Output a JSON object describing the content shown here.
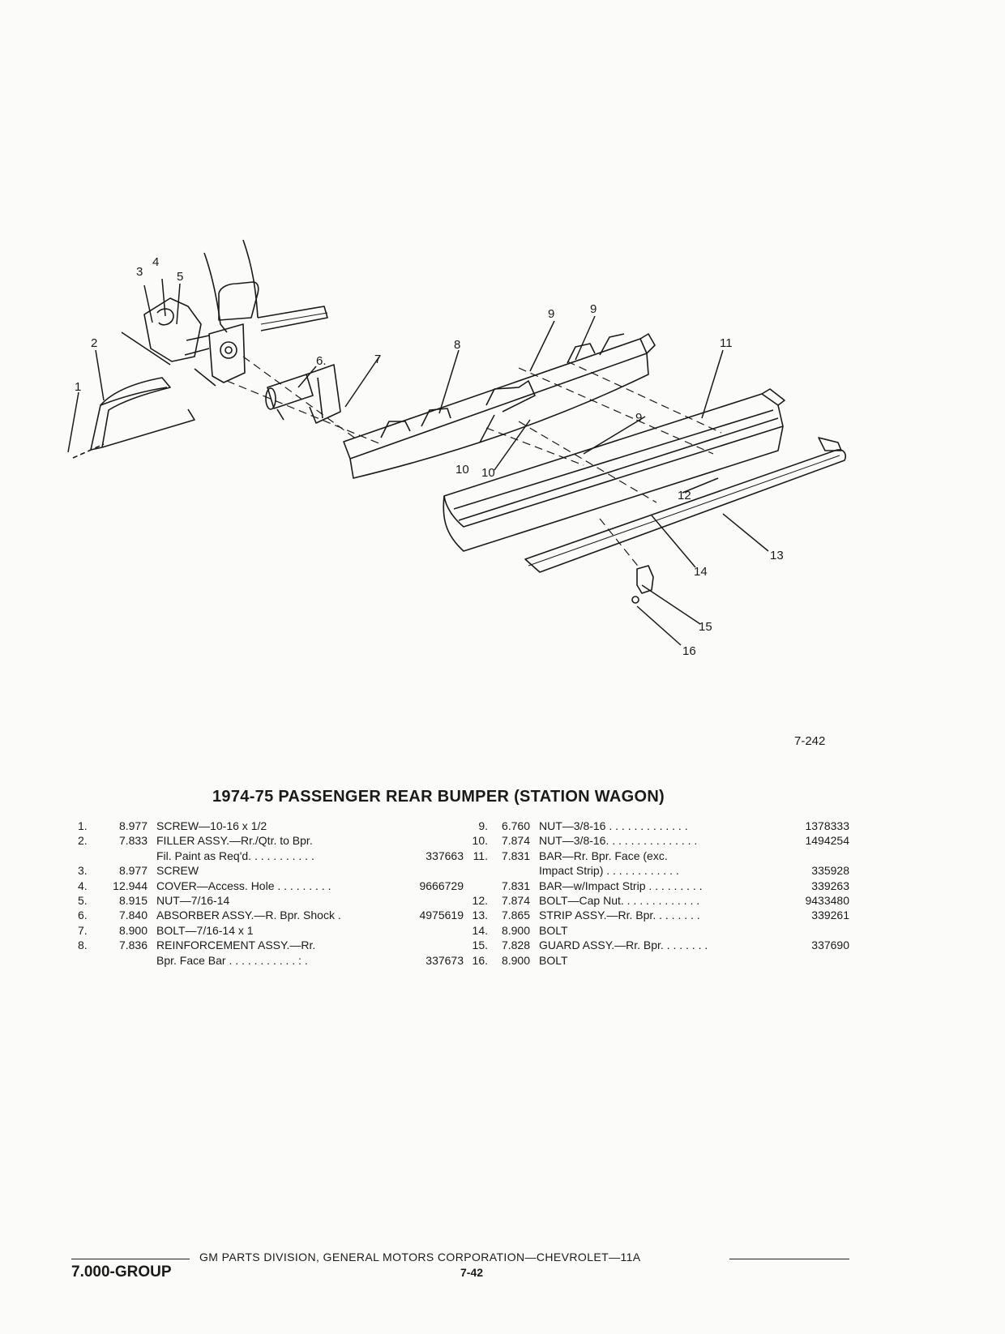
{
  "figure": {
    "id": "7-242",
    "callouts": [
      "1",
      "2",
      "3",
      "4",
      "5",
      "6.",
      "7",
      "8",
      "9",
      "9",
      "9",
      "10",
      "10",
      "11",
      "12",
      "13",
      "14",
      "15",
      "16"
    ]
  },
  "title": "1974-75 PASSENGER REAR BUMPER (STATION WAGON)",
  "parts_left": [
    {
      "no": "1.",
      "group": "8.977",
      "desc": "SCREW—10-16 x 1/2",
      "part": ""
    },
    {
      "no": "2.",
      "group": "7.833",
      "desc": "FILLER ASSY.—Rr./Qtr. to Bpr.",
      "part": ""
    },
    {
      "no": "",
      "group": "",
      "desc": "      Fil. Paint as Req'd. . . . . . . . . . .",
      "part": "337663"
    },
    {
      "no": "3.",
      "group": "8.977",
      "desc": "SCREW",
      "part": ""
    },
    {
      "no": "4.",
      "group": "12.944",
      "desc": "COVER—Access. Hole . . . . . . . . .",
      "part": "9666729"
    },
    {
      "no": "5.",
      "group": "8.915",
      "desc": "NUT—7/16-14",
      "part": ""
    },
    {
      "no": "6.",
      "group": "7.840",
      "desc": "ABSORBER ASSY.—R. Bpr. Shock  .",
      "part": "4975619"
    },
    {
      "no": "7.",
      "group": "8.900",
      "desc": "BOLT—7/16-14 x 1",
      "part": ""
    },
    {
      "no": "8.",
      "group": "7.836",
      "desc": "REINFORCEMENT ASSY.—Rr.",
      "part": ""
    },
    {
      "no": "",
      "group": "",
      "desc": "      Bpr. Face Bar  . . . . . . . . . . . :  .",
      "part": "337673"
    }
  ],
  "parts_right": [
    {
      "no": "9.",
      "group": "6.760",
      "desc": "NUT—3/8-16  . . . . . . . . . . . . .",
      "part": "1378333"
    },
    {
      "no": "10.",
      "group": "7.874",
      "desc": "NUT—3/8-16. . . . . . . . . . . . . . .",
      "part": "1494254"
    },
    {
      "no": "11.",
      "group": "7.831",
      "desc": "BAR—Rr. Bpr. Face (exc.",
      "part": ""
    },
    {
      "no": "",
      "group": "",
      "desc": "      Impact Strip)  . . . . . . . . . . . .",
      "part": "335928"
    },
    {
      "no": "",
      "group": "7.831",
      "desc": "BAR—w/Impact Strip  . . . . . . . . .",
      "part": "339263"
    },
    {
      "no": "12.",
      "group": "7.874",
      "desc": "BOLT—Cap Nut. . . . . . . . . . . . .",
      "part": "9433480"
    },
    {
      "no": "13.",
      "group": "7.865",
      "desc": "STRIP ASSY.—Rr. Bpr.   . . . . . . .",
      "part": "339261"
    },
    {
      "no": "14.",
      "group": "8.900",
      "desc": "BOLT",
      "part": ""
    },
    {
      "no": "15.",
      "group": "7.828",
      "desc": "GUARD ASSY.—Rr. Bpr. . . . . . . .",
      "part": "337690"
    },
    {
      "no": "16.",
      "group": "8.900",
      "desc": "BOLT",
      "part": ""
    }
  ],
  "footer": {
    "publisher": "GM PARTS DIVISION, GENERAL MOTORS CORPORATION—CHEVROLET—11A",
    "group": "7.000-GROUP",
    "page": "7-42"
  }
}
